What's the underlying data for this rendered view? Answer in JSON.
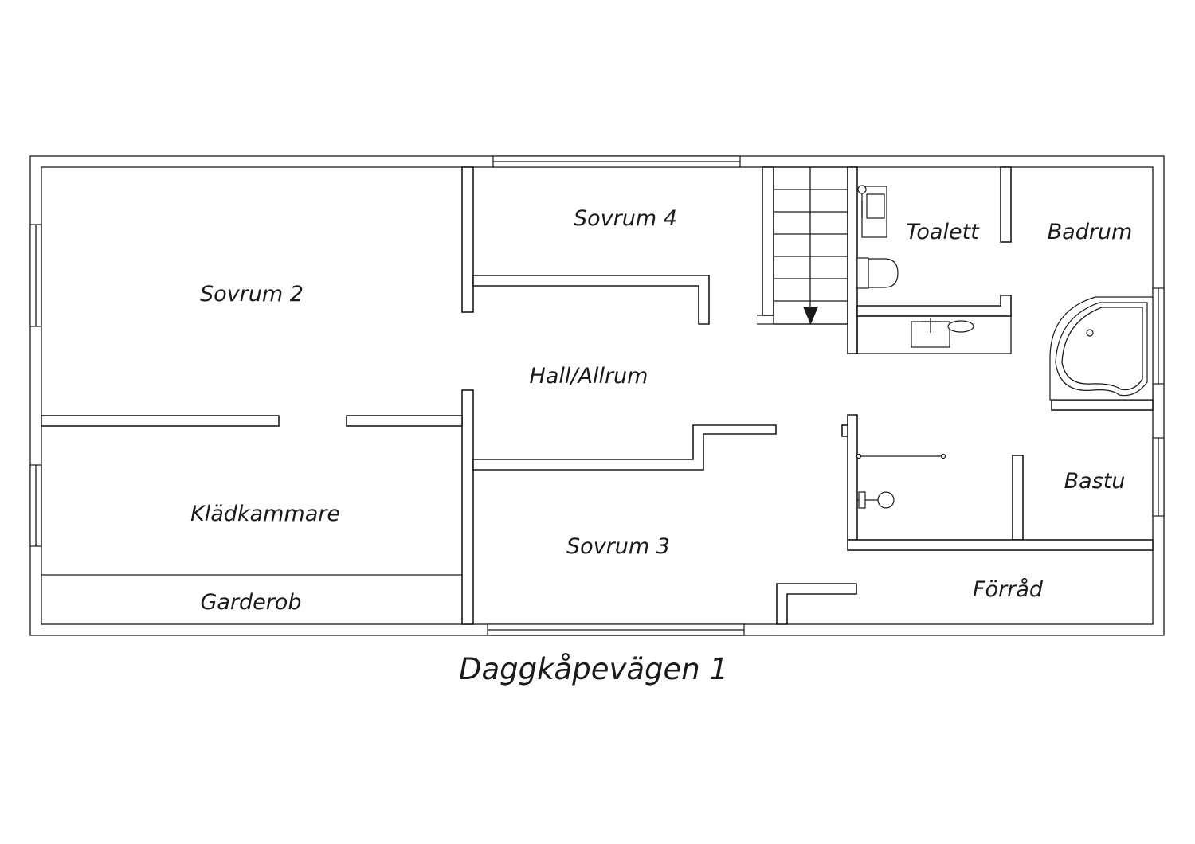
{
  "plan_title": "Daggkåpevägen 1",
  "rooms": {
    "sovrum2": "Sovrum 2",
    "sovrum4": "Sovrum 4",
    "hall": "Hall/Allrum",
    "kladkammare": "Klädkammare",
    "garderob": "Garderob",
    "sovrum3": "Sovrum 3",
    "toalett": "Toalett",
    "badrum": "Badrum",
    "bastu": "Bastu",
    "forrad": "Förråd"
  },
  "icons": {
    "stair_arrow": "stair-down-arrow-icon",
    "window": "window-icon",
    "toilet": "toilet-icon",
    "sink": "sink-icon",
    "bathtub": "corner-bathtub-icon",
    "shower": "shower-icon"
  }
}
